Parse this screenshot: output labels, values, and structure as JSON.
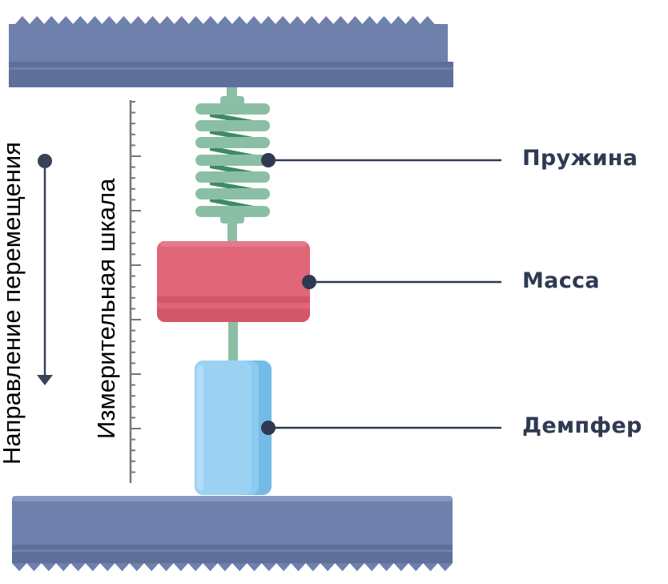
{
  "diagram": {
    "title": "Spring-mass-damper system",
    "components": [
      {
        "id": "spring",
        "label": "Пружина",
        "color": "#8bbfa5",
        "shade": "#3e8a63"
      },
      {
        "id": "mass",
        "label": "Масса",
        "color": "#e06678",
        "shade": "#d4566b"
      },
      {
        "id": "damper",
        "label": "Демпфер",
        "color": "#9bd2f3",
        "shade": "#74bbe8"
      }
    ],
    "side_labels": {
      "direction": "Направление перемещения",
      "scale": "Измерительная шкала"
    },
    "colors": {
      "plate": "#6f80ad",
      "plate_dark": "#5e6f9a",
      "callout": "#2f3a52",
      "arrow": "#3a4258",
      "scale": "#777777"
    }
  }
}
